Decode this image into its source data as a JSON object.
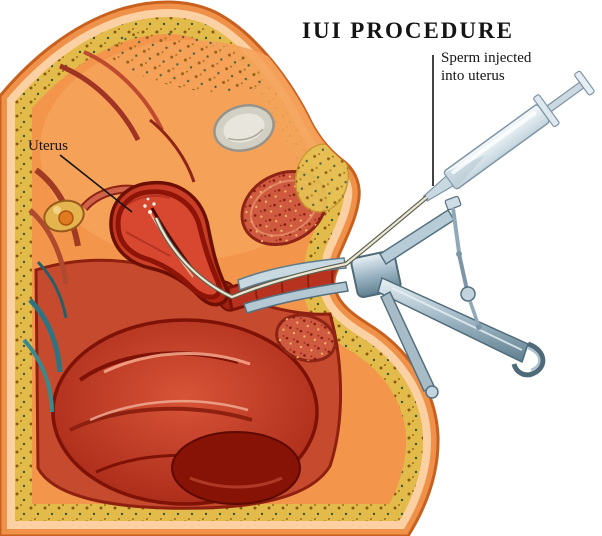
{
  "title": "IUI PROCEDURE",
  "labels": {
    "uterus": "Uterus",
    "sperm_line1": "Sperm injected",
    "sperm_line2": "into uterus"
  },
  "colors": {
    "background": "#ffffff",
    "skin": "#f3964c",
    "skin_outline": "#c8601e",
    "fat_yellow": "#e2bb4a",
    "tissue_red": "#c64a2e",
    "organ_dark_red": "#8e1408",
    "uterus_red": "#b02412",
    "bladder_gray": "#d2d0c4",
    "instrument_steel": "#b8ccd8",
    "instrument_dark": "#54707f",
    "label_text": "#141414"
  }
}
